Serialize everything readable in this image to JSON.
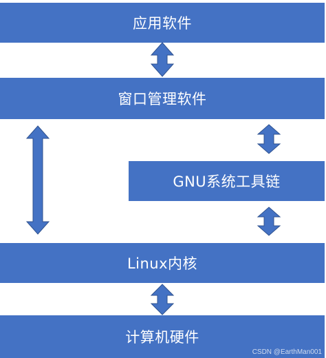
{
  "boxes": {
    "application_software": "应用软件",
    "window_manager": "窗口管理软件",
    "gnu_toolchain": "GNU系统工具链",
    "linux_kernel": "Linux内核",
    "computer_hardware": "计算机硬件"
  },
  "watermark": "CSDN @EarthMan001",
  "colors": {
    "box_fill": "#4472c4",
    "arrow_fill": "#4472c4",
    "arrow_stroke": "#2f528f",
    "text": "#ffffff"
  }
}
